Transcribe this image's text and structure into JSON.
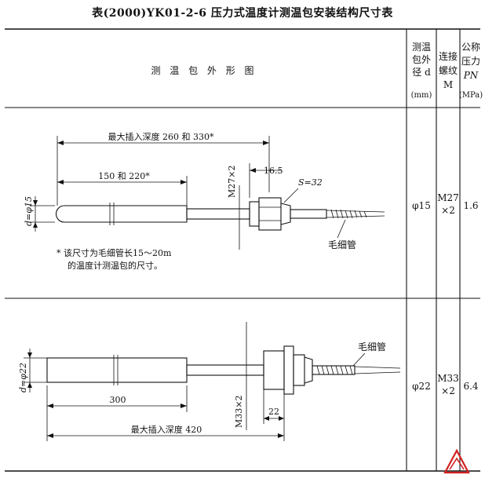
{
  "title": "表(2000)YK01-2-6 压力式温度计测温包安装结构尺寸表",
  "header": {
    "figure": "测 温 包 外 形 图",
    "col_d_lines": [
      "测温",
      "包外",
      "径 d",
      "(mm)"
    ],
    "col_m_lines": [
      "连接",
      "螺纹",
      "M"
    ],
    "col_p_lines": [
      "公称",
      "压力",
      "PN",
      "(MPa)"
    ]
  },
  "rows": [
    {
      "d": "φ15",
      "m_lines": [
        "M27",
        "×2"
      ],
      "pn": "1.6",
      "drawing": {
        "max_depth": "最大插入深度 260 和 330*",
        "length": "150 和 220*",
        "thread": "M27×2",
        "dim_16_5": "16.5",
        "s": "S=32",
        "dia": "d=φ15",
        "capillary": "毛细管",
        "note_line1": "* 该尺寸为毛细管长15～20m",
        "note_line2": "的温度计测温包的尺寸。"
      }
    },
    {
      "d": "φ22",
      "m_lines": [
        "M33",
        "×2"
      ],
      "pn": "6.4",
      "drawing": {
        "capillary": "毛细管",
        "dia": "d=φ22",
        "length": "300",
        "thread": "M33×2",
        "dim_22": "22",
        "max_depth": "最大插入深度 420"
      }
    }
  ]
}
